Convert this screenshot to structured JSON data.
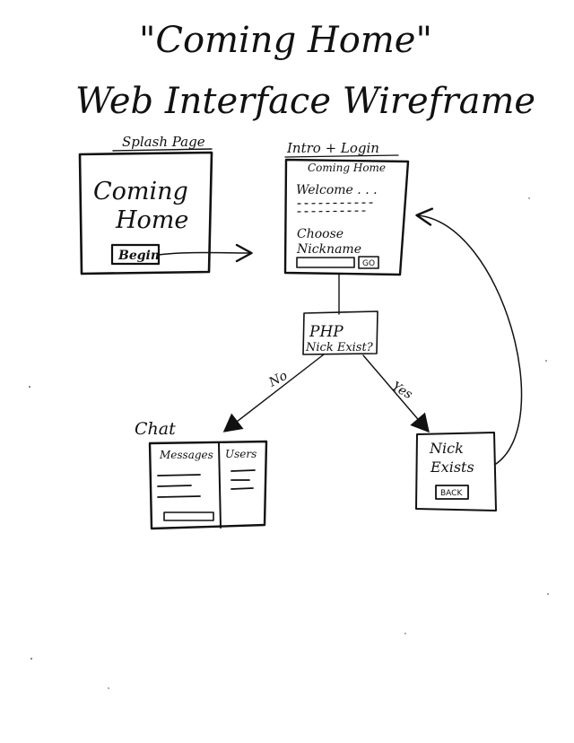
{
  "title": {
    "line1": "\"Coming Home\"",
    "line2": "Web Interface Wireframe"
  },
  "splash": {
    "label": "Splash Page",
    "app_title_line1": "Coming",
    "app_title_line2": "Home",
    "begin_button": "Begin"
  },
  "intro_login": {
    "label": "Intro + Login",
    "header": "Coming Home",
    "welcome": "Welcome . . .",
    "choose_line1": "Choose",
    "choose_line2": "Nickname",
    "go_button": "GO"
  },
  "php_check": {
    "line1": "PHP",
    "line2": "Nick Exist?"
  },
  "branches": {
    "no_label": "No",
    "yes_label": "Yes"
  },
  "chat": {
    "label": "Chat",
    "messages_header": "Messages",
    "users_header": "Users"
  },
  "nick_exists": {
    "line1": "Nick",
    "line2": "Exists",
    "back_button": "BACK"
  }
}
